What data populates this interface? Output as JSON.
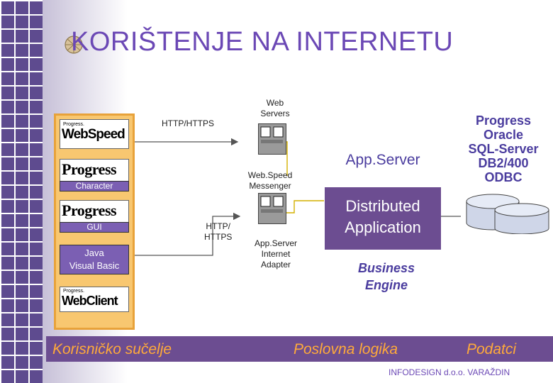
{
  "title": "KORIŠTENJE NA INTERNETU",
  "clients": {
    "webspeed_logo": "WebSpeed",
    "webspeed_brand": "Progress.",
    "progress_logo_1": "Progress",
    "character_label": "Character",
    "progress_logo_2": "Progress",
    "gui_label": "GUI",
    "java_vb_label": "Java\nVisual Basic",
    "webclient_logo": "WebClient",
    "webclient_brand": "Progress."
  },
  "protocols": {
    "http_https_top": "HTTP/HTTPS",
    "http_https_mid": "HTTP/\nHTTPS"
  },
  "middle": {
    "web_servers": "Web\nServers",
    "webspeed_messenger": "Web.Speed\nMessenger",
    "appserver_internet_adapter": "App.Server\nInternet\nAdapter"
  },
  "logic": {
    "appserver": "App.Server",
    "distributed_application": "Distributed\nApplication",
    "business_engine": "Business\nEngine"
  },
  "data_sources": "Progress\nOracle\nSQL-Server\nDB2/400\nODBC",
  "bottom": {
    "user_interface": "Korisničko sučelje",
    "business_logic": "Poslovna logika",
    "data": "Podatci"
  },
  "footer": "INFODESIGN d.o.o. VARAŽDIN",
  "colors": {
    "accent_purple": "#6c4d91",
    "title_purple": "#6b48b5",
    "orange": "#f8c770",
    "bottom_text_orange": "#ffaa3a",
    "logic_blue": "#4a3c9e"
  }
}
